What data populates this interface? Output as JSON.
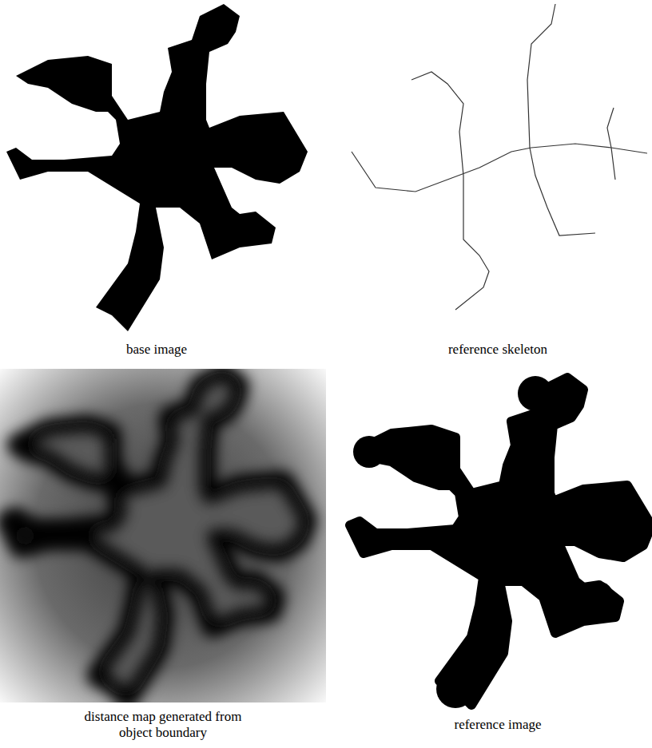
{
  "diagram": {
    "labels": [
      "base image",
      "reference skeleton",
      "distance map generated from object boundary",
      "reference image"
    ]
  }
}
